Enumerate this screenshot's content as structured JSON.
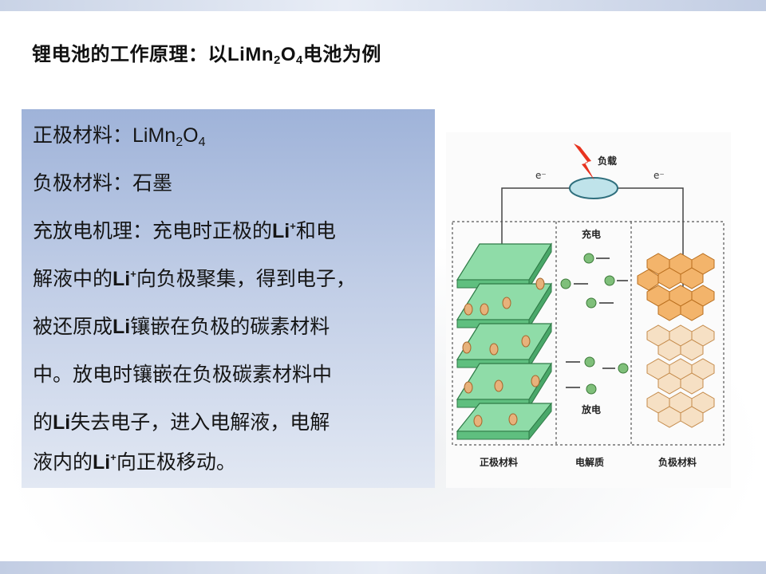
{
  "title": {
    "prefix": "锂电池的工作原理：以",
    "formula": {
      "a": "LiMn",
      "s1": "2",
      "b": "O",
      "s2": "4"
    },
    "suffix": "电池为例"
  },
  "panel": {
    "line1": {
      "label": "正极材料：",
      "a": "LiMn",
      "s1": "2",
      "b": "O",
      "s2": "4"
    },
    "line2": {
      "text": "负极材料：石墨"
    },
    "line3": {
      "t1": "充放电机理：充电时正极的",
      "li": "Li",
      "sup": "+",
      "t2": "和电"
    },
    "line4": {
      "t1": "解液中的",
      "li": "Li",
      "sup": "+",
      "t2": "向负极聚集，得到电子，"
    },
    "line5": {
      "t1": "被还原成",
      "li": "Li",
      "t2": "镶嵌在负极的碳素材料"
    },
    "line6": {
      "text": "中。放电时镶嵌在负极碳素材料中"
    },
    "line7": {
      "t1": "的",
      "li": "Li",
      "t2": "失去电子，进入电解液，电解"
    },
    "line8": {
      "t1": "液内的",
      "li": "Li",
      "sup": "+",
      "t2": "向正极移动。"
    }
  },
  "diagram": {
    "load_label": "负载",
    "electron_left": "e⁻",
    "electron_right": "e⁻",
    "charge_label": "充电",
    "discharge_label": "放电",
    "anode_caption": "正极材料",
    "electrolyte_caption": "电解质",
    "cathode_caption": "负极材料",
    "colors": {
      "positive_plate": "#8fdca8",
      "negative_lattice": "#f3b46b",
      "ion": "#e7b27b",
      "ion_green": "#7fbf7a",
      "load": "#bfe3ea"
    }
  }
}
